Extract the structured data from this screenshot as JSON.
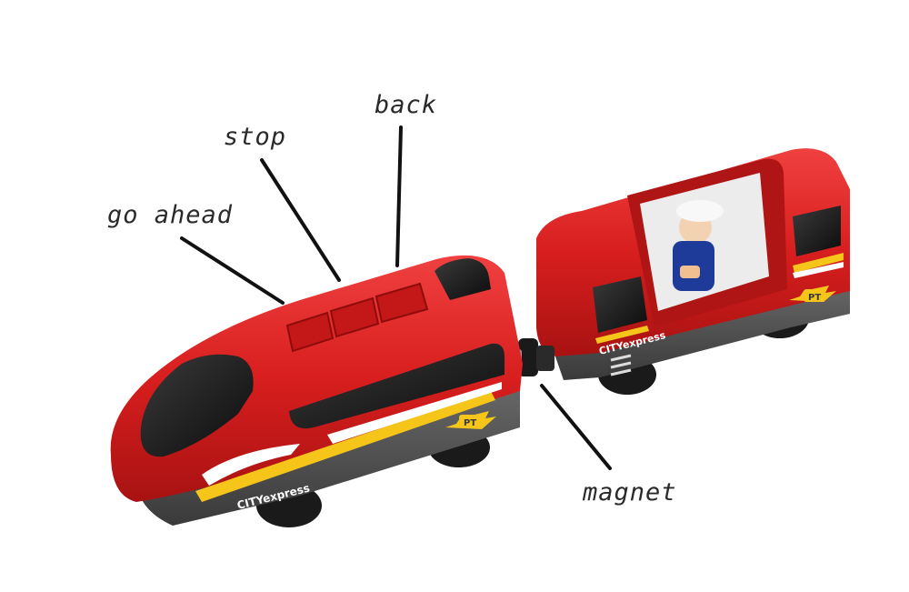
{
  "labels": {
    "back": "back",
    "stop": "stop",
    "go_ahead": "go ahead",
    "magnet": "magnet"
  },
  "train": {
    "body_color": "#d81e1e",
    "brand_text": "CITYexpress",
    "badge_text": "PT"
  }
}
